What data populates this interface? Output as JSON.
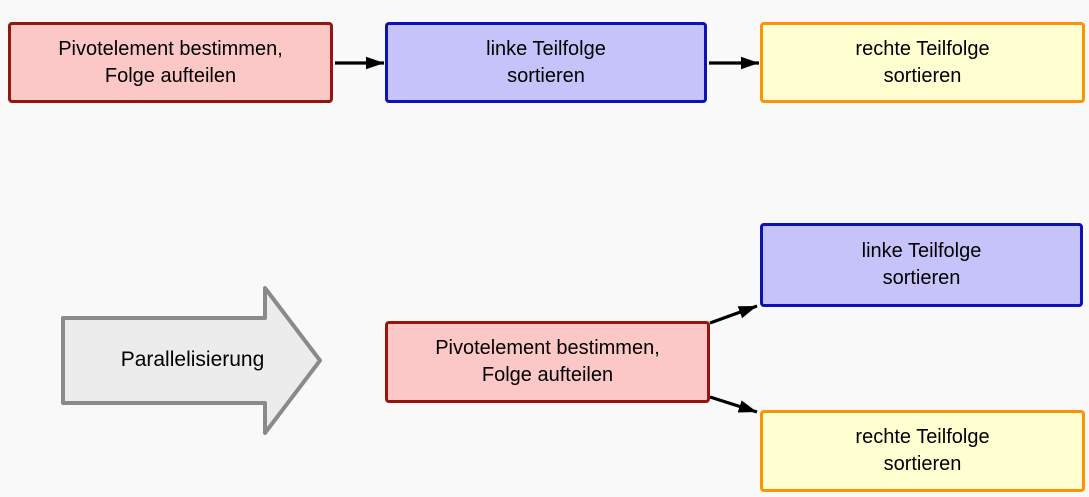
{
  "diagram": {
    "title_hint": "quicksort-parallelization-flow",
    "background_color": "#f9f9f9",
    "top_flow": {
      "pivot_box": {
        "line1": "Pivotelement bestimmen,",
        "line2": "Folge aufteilen"
      },
      "left_sort_box": {
        "line1": "linke Teilfolge",
        "line2": "sortieren"
      },
      "right_sort_box": {
        "line1": "rechte Teilfolge",
        "line2": "sortieren"
      }
    },
    "bottom_flow": {
      "pivot_box": {
        "line1": "Pivotelement bestimmen,",
        "line2": "Folge aufteilen"
      },
      "left_sort_box": {
        "line1": "linke Teilfolge",
        "line2": "sortieren"
      },
      "right_sort_box": {
        "line1": "rechte Teilfolge",
        "line2": "sortieren"
      }
    },
    "transform_arrow": {
      "label": "Parallelisierung"
    },
    "colors": {
      "pivot_fill": "#fbc7c7",
      "pivot_border": "#93170d",
      "left_sort_fill": "#c5c3fa",
      "left_sort_border": "#0e12b4",
      "right_sort_fill": "#ffffd2",
      "right_sort_border": "#f89405",
      "big_arrow_fill": "#ececec",
      "big_arrow_border": "#8a8a8a",
      "connector": "#000000"
    }
  }
}
